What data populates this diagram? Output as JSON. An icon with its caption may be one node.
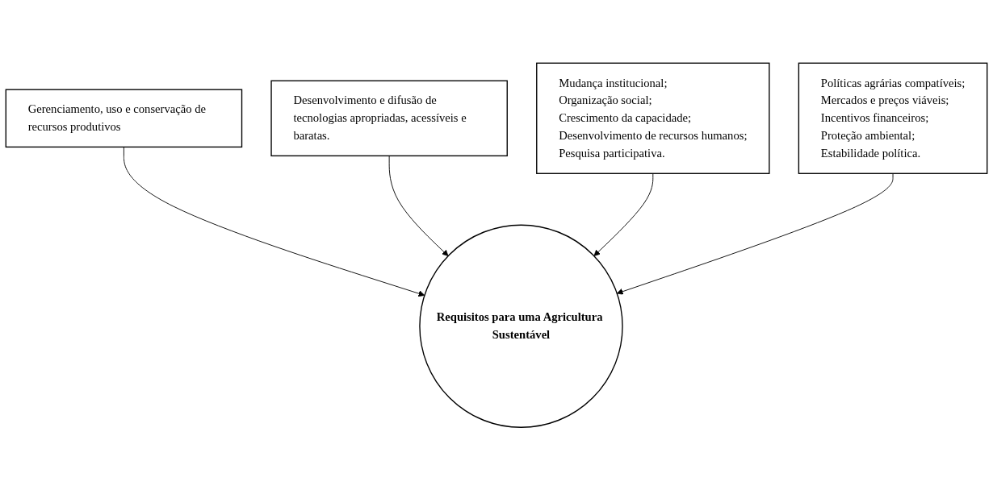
{
  "diagram": {
    "nodes": [
      {
        "text": [
          "Gerenciamento, uso e conservação de recursos produtivos"
        ]
      },
      {
        "text": [
          "Desenvolvimento e difusão de tecnologias apropriadas, acessíveis e baratas."
        ]
      },
      {
        "text": [
          "Requisitos para uma Agricultura Sustentável"
        ]
      },
      {
        "text": [
          "Mudança institucional;",
          "Organização social;",
          "Crescimento da capacidade;",
          "Desenvolvimento de recursos humanos;",
          "Pesquisa participativa."
        ]
      },
      {
        "text": [
          "Políticas agrárias compatíveis;",
          "Mercados e preços viáveis;",
          "Incentivos financeiros;",
          "Proteção ambiental;",
          "Estabilidade política."
        ]
      }
    ],
    "edges": [
      {
        "from": 0,
        "to": 2,
        "arrow": "to"
      },
      {
        "from": 1,
        "to": 2,
        "arrow": "to"
      },
      {
        "from": 3,
        "to": 2,
        "arrow": "to"
      },
      {
        "from": 4,
        "to": 2,
        "arrow": "to"
      }
    ]
  }
}
